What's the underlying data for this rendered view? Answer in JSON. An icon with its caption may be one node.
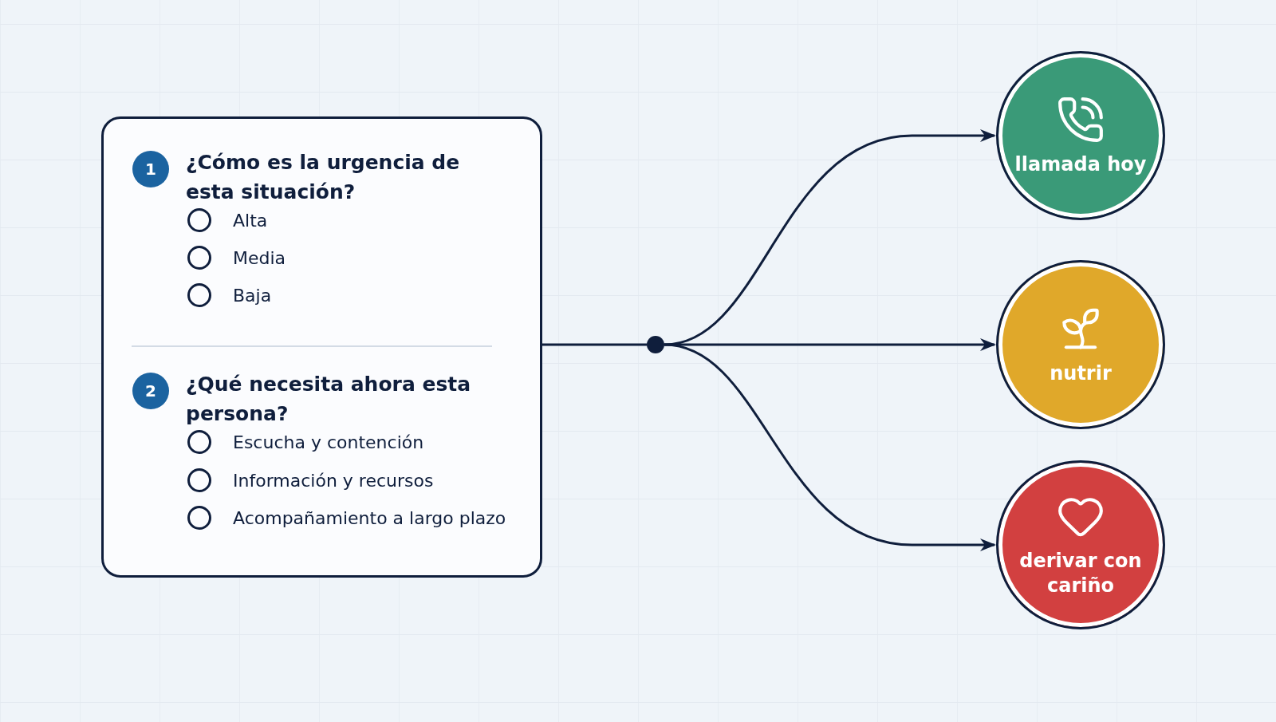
{
  "diagram": {
    "nodes": [
      {
        "text": [
          "1",
          "¿Cómo es la urgencia de esta situación?",
          "Alta",
          "Media",
          "Baja",
          "2",
          "¿Qué necesita ahora esta persona?",
          "Escucha y contención",
          "Información y recursos",
          "Acompañamiento a largo plazo"
        ]
      },
      {
        "text": [],
        "shape": "circle"
      },
      {
        "text": [
          "llamada hoy"
        ]
      },
      {
        "text": [
          "nutrir"
        ]
      },
      {
        "text": [
          "derivar con cariño"
        ]
      }
    ],
    "edges": [
      {
        "from": 0,
        "to": 1,
        "arrow": "none"
      },
      {
        "from": 1,
        "to": 2,
        "arrow": "to"
      },
      {
        "from": 1,
        "to": 3,
        "arrow": "to"
      },
      {
        "from": 1,
        "to": 4,
        "arrow": "to"
      }
    ]
  }
}
